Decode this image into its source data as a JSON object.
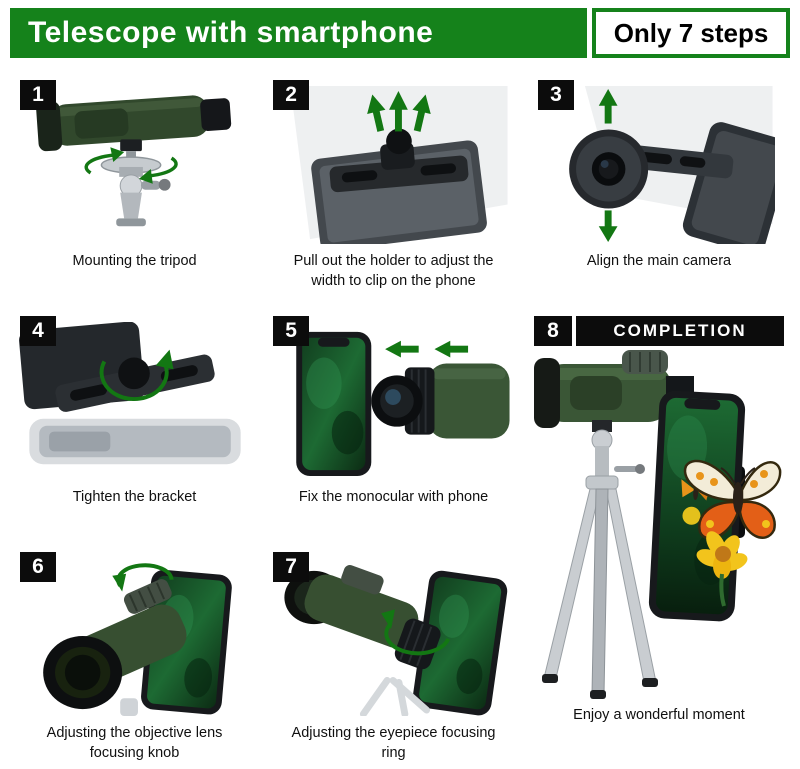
{
  "header": {
    "title": "Telescope with smartphone",
    "badge": "Only 7 steps"
  },
  "steps": [
    {
      "number": "1",
      "caption": "Mounting the tripod"
    },
    {
      "number": "2",
      "caption": "Pull out the holder to adjust the width to clip on the phone"
    },
    {
      "number": "3",
      "caption": "Align the main camera"
    },
    {
      "number": "4",
      "caption": "Tighten the bracket"
    },
    {
      "number": "5",
      "caption": "Fix the monocular with phone"
    },
    {
      "number": "6",
      "caption": "Adjusting the objective lens focusing knob"
    },
    {
      "number": "7",
      "caption": "Adjusting the eyepiece focusing ring"
    },
    {
      "number": "8",
      "label": "COMPLETION",
      "caption": "Enjoy a wonderful moment"
    }
  ],
  "icons": {
    "step1": "rotate-arrows-icon",
    "step2": "pull-up-arrows-icon",
    "step3": "align-arrows-icon",
    "step4": "tighten-rotate-arrow-icon",
    "step5": "attach-arrows-icon",
    "step6": "knob-rotate-arrow-icon",
    "step7": "ring-rotate-arrow-icon"
  },
  "colors": {
    "header_green": "#15821b",
    "arrow_green": "#137713",
    "badge_bg": "#ffffff",
    "badge_text": "#000000",
    "step_number_bg": "#0c0c0c",
    "completion_bg": "#0c0c0c",
    "text": "#101010",
    "background": "#ffffff"
  }
}
